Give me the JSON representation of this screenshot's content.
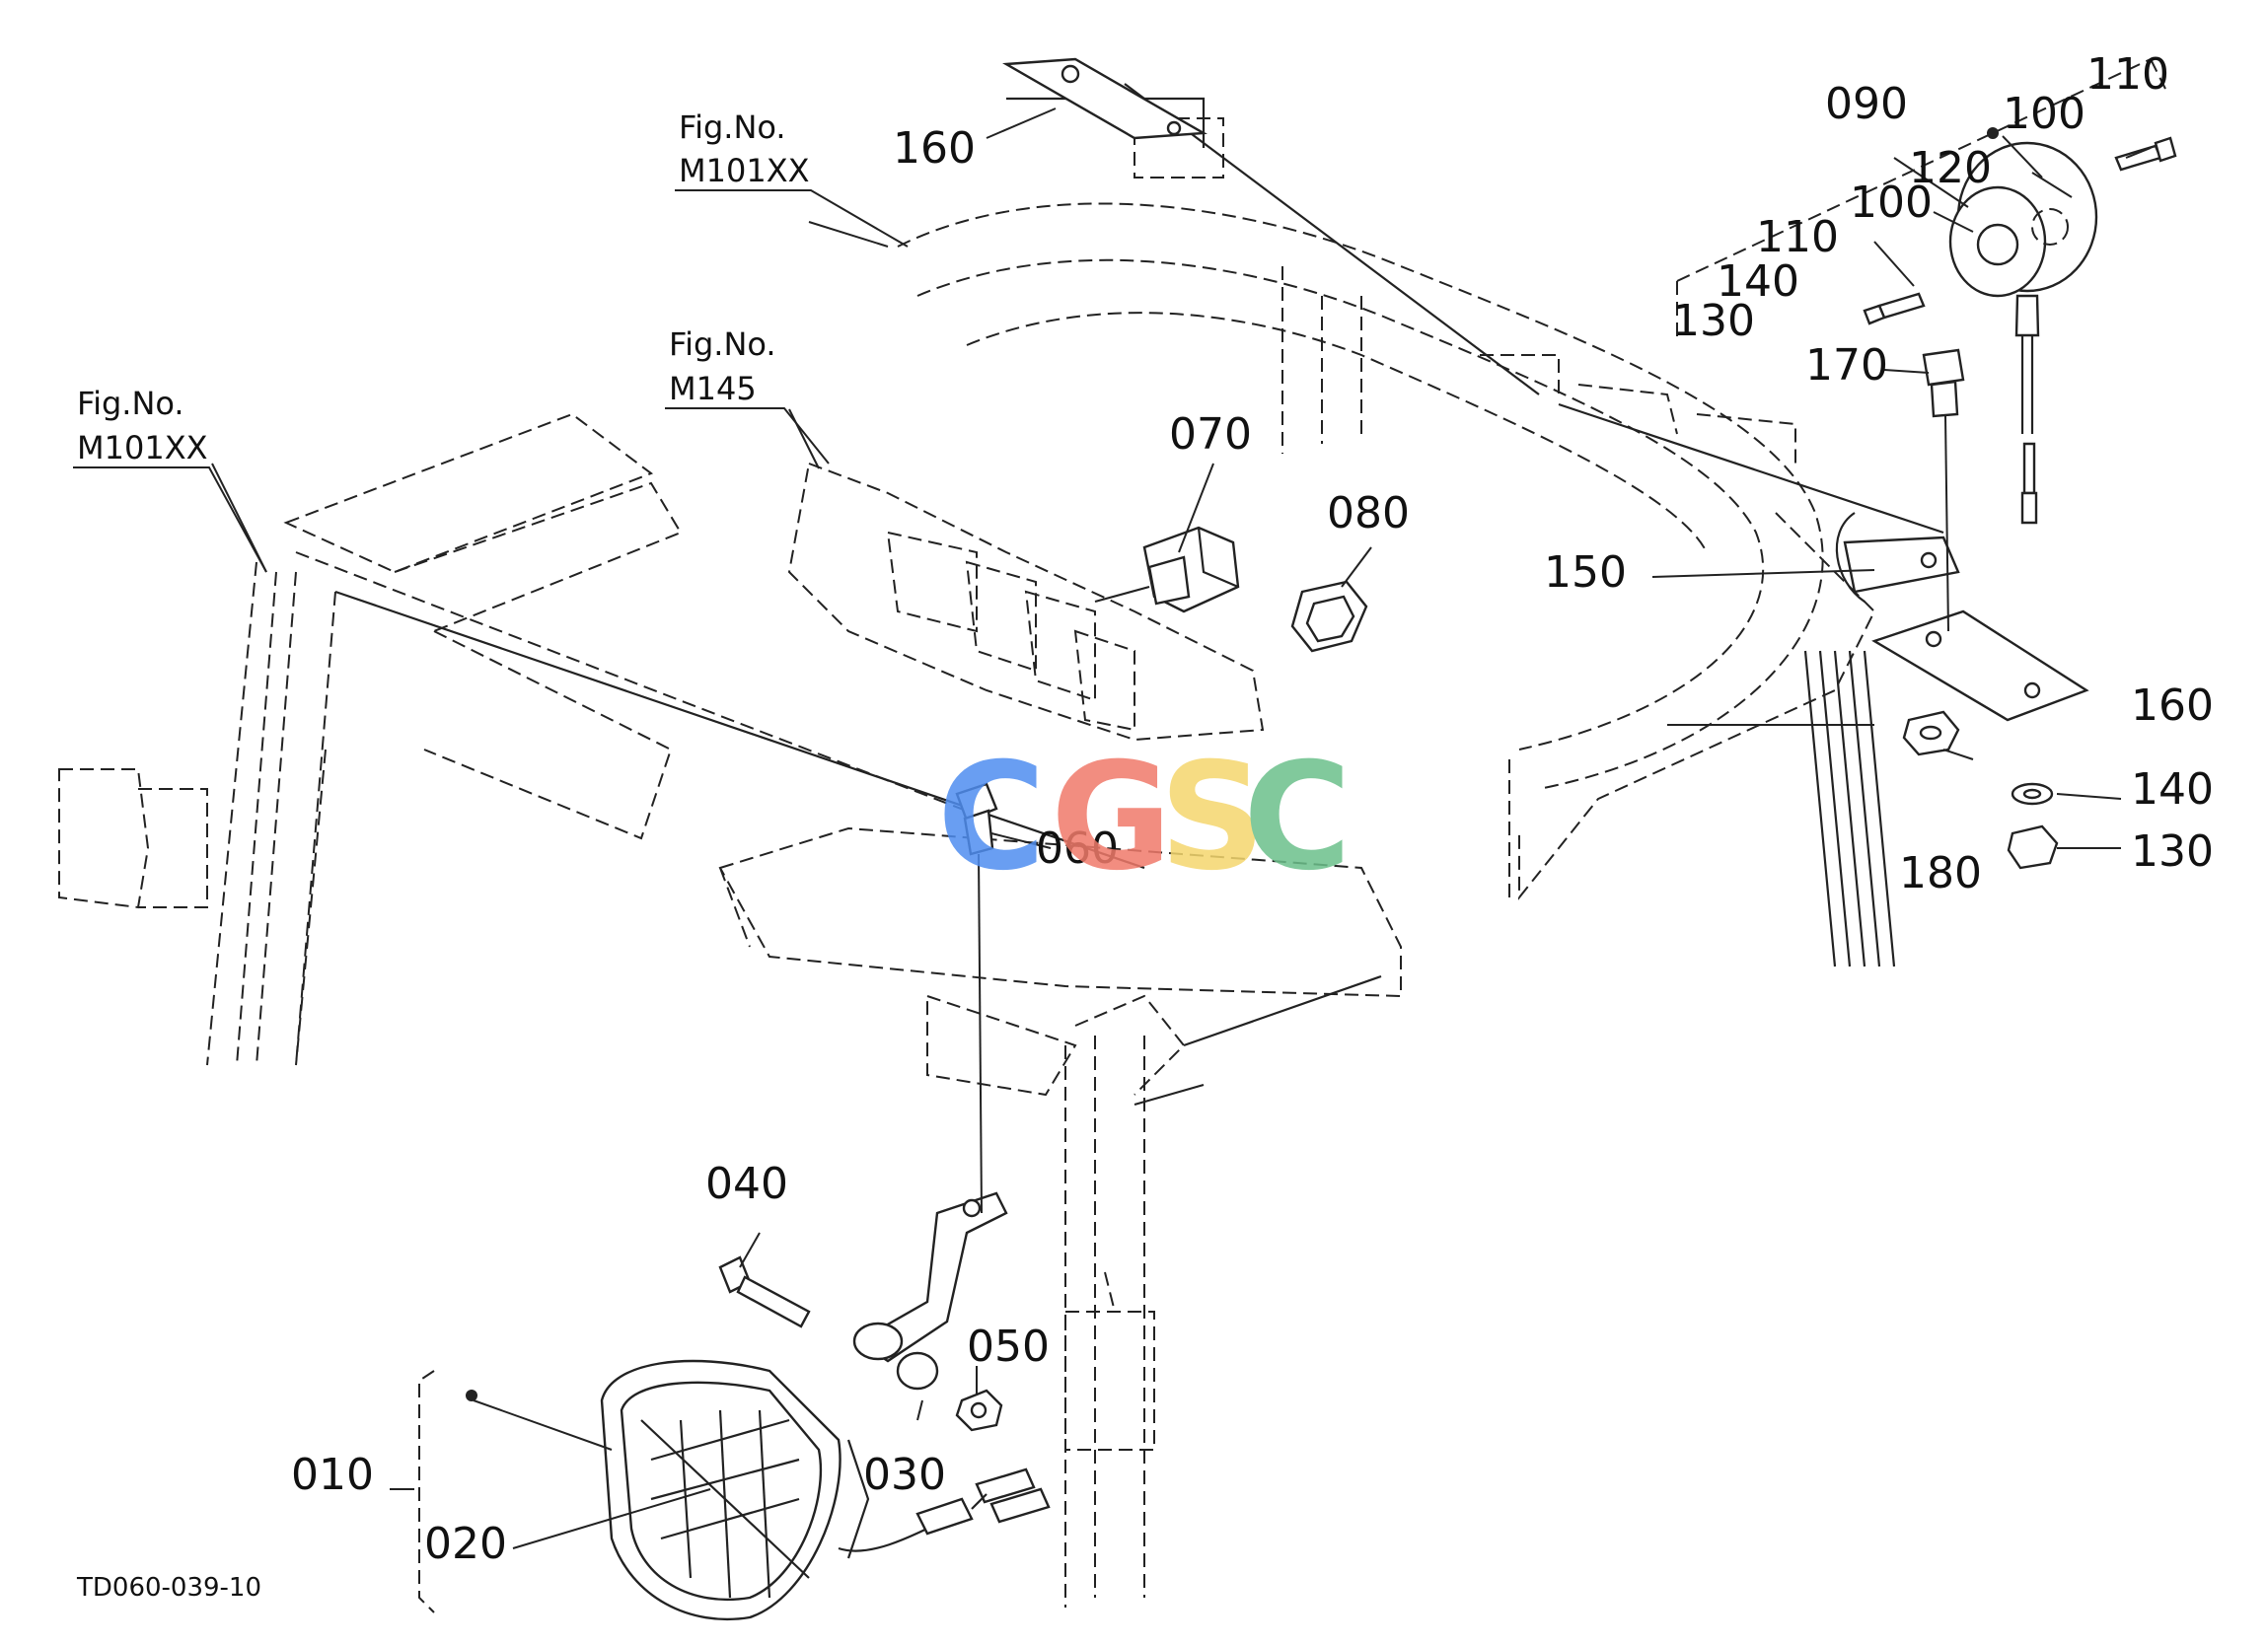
{
  "drawing_code": "TD060-039-10",
  "watermark": {
    "letters": [
      "C",
      "G",
      "S",
      "C"
    ],
    "colors": [
      "#4f8ef0",
      "#f07a6a",
      "#f5d76e",
      "#6cc08b"
    ]
  },
  "fig_refs": [
    {
      "line1": "Fig.No.",
      "line2": "M101XX"
    },
    {
      "line1": "Fig.No.",
      "line2": "M145"
    },
    {
      "line1": "Fig.No.",
      "line2": "M101XX"
    }
  ],
  "callouts": {
    "c010": "010",
    "c020": "020",
    "c030": "030",
    "c040": "040",
    "c050": "050",
    "c060": "060",
    "c070": "070",
    "c080": "080",
    "c090": "090",
    "c100a": "100",
    "c100b": "100",
    "c110a": "110",
    "c110b": "110",
    "c120": "120",
    "c130a": "130",
    "c130b": "130",
    "c140a": "140",
    "c140b": "140",
    "c150": "150",
    "c160a": "160",
    "c160b": "160",
    "c170": "170",
    "c180": "180"
  }
}
